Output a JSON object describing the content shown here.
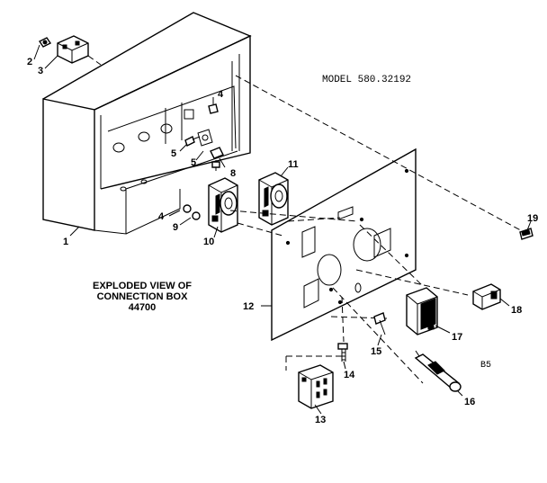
{
  "model": "MODEL 580.32192",
  "caption": {
    "line1": "EXPLODED VIEW OF",
    "line2": "CONNECTION BOX",
    "line3": "44700"
  },
  "page_code": "B5",
  "callouts": [
    {
      "id": "p1",
      "label": "1"
    },
    {
      "id": "p2",
      "label": "2"
    },
    {
      "id": "p3",
      "label": "3"
    },
    {
      "id": "p4a",
      "label": "4"
    },
    {
      "id": "p4b",
      "label": "4"
    },
    {
      "id": "p5a",
      "label": "5"
    },
    {
      "id": "p5b",
      "label": "5"
    },
    {
      "id": "p8",
      "label": "8"
    },
    {
      "id": "p9",
      "label": "9"
    },
    {
      "id": "p10",
      "label": "10"
    },
    {
      "id": "p11",
      "label": "11"
    },
    {
      "id": "p12",
      "label": "12"
    },
    {
      "id": "p13",
      "label": "13"
    },
    {
      "id": "p14",
      "label": "14"
    },
    {
      "id": "p15",
      "label": "15"
    },
    {
      "id": "p16",
      "label": "16"
    },
    {
      "id": "p17",
      "label": "17"
    },
    {
      "id": "p18",
      "label": "18"
    },
    {
      "id": "p19",
      "label": "19"
    }
  ]
}
